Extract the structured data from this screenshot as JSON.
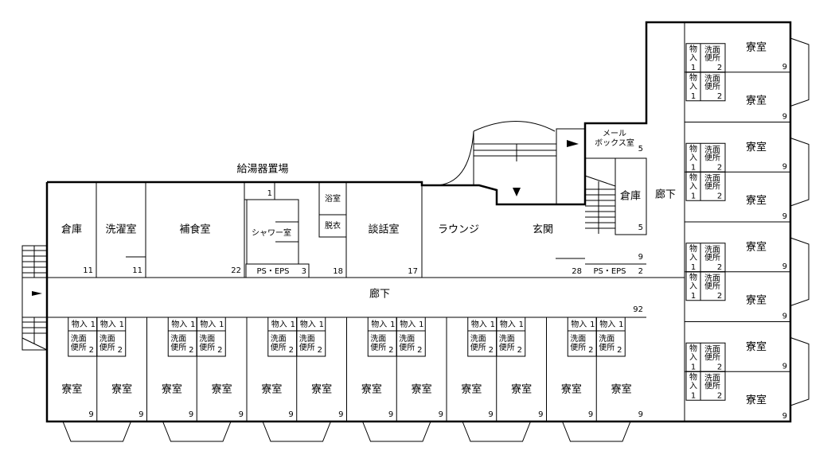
{
  "labels": {
    "water_heater": "給湯器置場",
    "storage_left": "倉庫",
    "storage_left_area": "11",
    "laundry": "洗濯室",
    "laundry_area": "11",
    "kitchen": "補食室",
    "kitchen_area": "22",
    "shower_small_num": "1",
    "shower": "シャワー室",
    "bath": "浴室",
    "dressing": "脱衣",
    "ps_eps_left": "PS・EPS",
    "ps_eps_left_num": "3",
    "bath_area": "18",
    "talk_room": "談話室",
    "talk_room_area": "17",
    "lounge": "ラウンジ",
    "entrance": "玄関",
    "entrance_area": "28",
    "mailbox_1": "メール",
    "mailbox_2": "ボックス室",
    "mailbox_area": "5",
    "storage_right": "倉庫",
    "storage_right_area": "5",
    "stair_area": "9",
    "ps_eps_right": "PS・EPS",
    "ps_eps_right_num": "2",
    "corridor": "廊下",
    "corridor_area": "92",
    "corridor_right": "廊下"
  },
  "dorm": {
    "room_label": "寮室",
    "room_area": "9",
    "storage": "物入",
    "storage_num": "1",
    "wash_1": "洗面",
    "wash_2": "便所",
    "wash_num": "2",
    "storage_v1": "物",
    "storage_v2": "入",
    "bottom_count": 12,
    "right_count": 8
  }
}
